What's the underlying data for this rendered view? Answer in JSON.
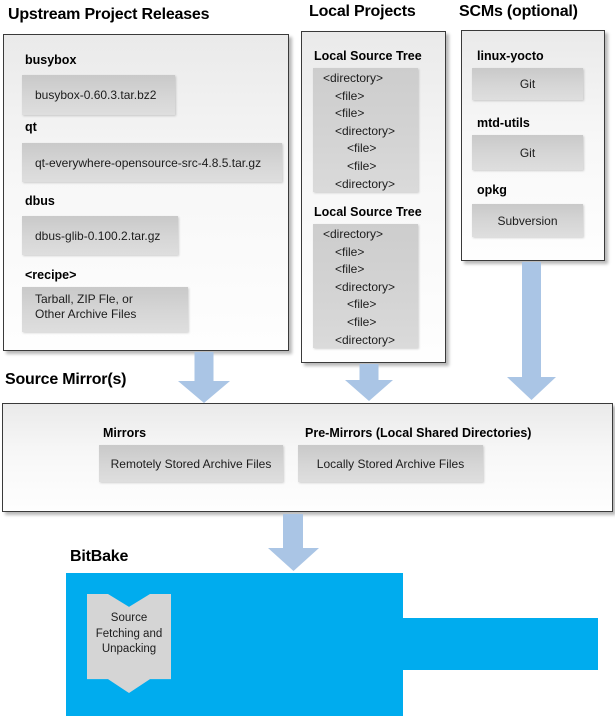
{
  "upstream": {
    "title": "Upstream Project Releases",
    "items": [
      {
        "label": "busybox",
        "value": "busybox-0.60.3.tar.bz2"
      },
      {
        "label": "qt",
        "value": "qt-everywhere-opensource-src-4.8.5.tar.gz"
      },
      {
        "label": "dbus",
        "value": "dbus-glib-0.100.2.tar.gz"
      },
      {
        "label": "<recipe>",
        "line1": "Tarball, ZIP Fle, or",
        "line2": "Other Archive Files"
      }
    ]
  },
  "local_projects": {
    "title": "Local Projects",
    "trees": [
      {
        "label": "Local Source Tree",
        "lines": [
          {
            "text": "<directory>",
            "indent": 0
          },
          {
            "text": "<file>",
            "indent": 1
          },
          {
            "text": "<file>",
            "indent": 1
          },
          {
            "text": "<directory>",
            "indent": 1
          },
          {
            "text": "<file>",
            "indent": 2
          },
          {
            "text": "<file>",
            "indent": 2
          },
          {
            "text": "<directory>",
            "indent": 1
          }
        ]
      },
      {
        "label": "Local Source Tree",
        "lines": [
          {
            "text": "<directory>",
            "indent": 0
          },
          {
            "text": "<file>",
            "indent": 1
          },
          {
            "text": "<file>",
            "indent": 1
          },
          {
            "text": "<directory>",
            "indent": 1
          },
          {
            "text": "<file>",
            "indent": 2
          },
          {
            "text": "<file>",
            "indent": 2
          },
          {
            "text": "<directory>",
            "indent": 1
          }
        ]
      }
    ]
  },
  "scms": {
    "title": "SCMs (optional)",
    "items": [
      {
        "label": "linux-yocto",
        "value": "Git"
      },
      {
        "label": "mtd-utils",
        "value": "Git"
      },
      {
        "label": "opkg",
        "value": "Subversion"
      }
    ]
  },
  "source_mirrors": {
    "title": "Source Mirror(s)",
    "items": [
      {
        "label": "Mirrors",
        "value": "Remotely Stored Archive Files"
      },
      {
        "label": "Pre-Mirrors (Local Shared Directories)",
        "value": "Locally Stored Archive Files"
      }
    ]
  },
  "bitbake": {
    "title": "BitBake",
    "process_line1": "Source",
    "process_line2": "Fetching and",
    "process_line3": "Unpacking"
  },
  "colors": {
    "bitbake_blue": "#00ACEE",
    "arrow_blue": "#AAC5E5",
    "box_gray": "#D2D2D2"
  }
}
